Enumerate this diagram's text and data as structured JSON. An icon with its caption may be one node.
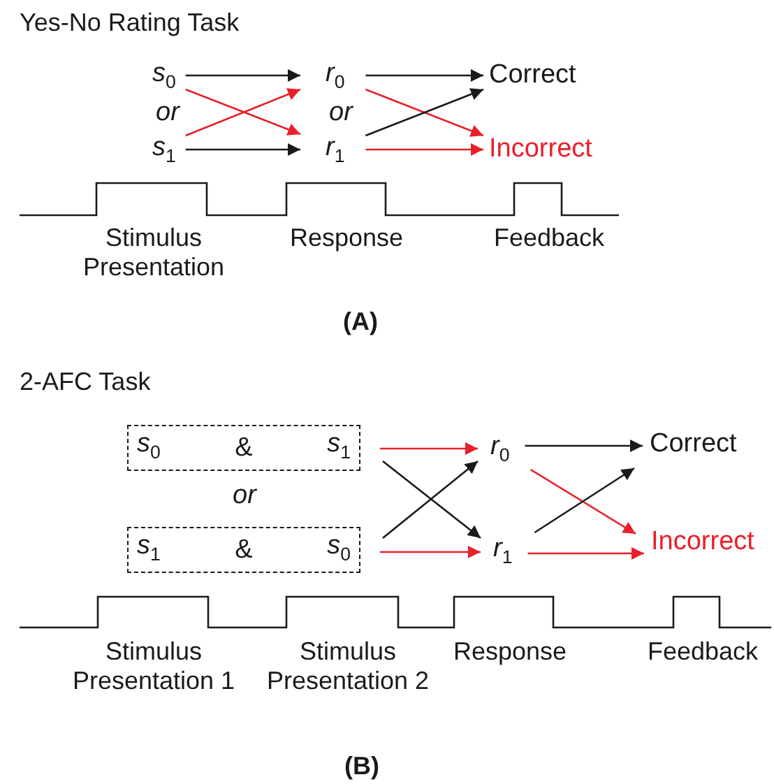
{
  "diagram": {
    "nodes": [
      {
        "text": [
          "s$_{0}$"
        ]
      },
      {
        "text": [
          "s$_{1}$"
        ]
      },
      {
        "text": [
          "r$_{0}$"
        ]
      },
      {
        "text": [
          "r$_{1}$"
        ]
      },
      {
        "text": [
          "Correct"
        ]
      },
      {
        "text": [
          "Incorrect"
        ]
      },
      {
        "text": [
          "s$_{0}$",
          "&",
          "s$_{1}$"
        ]
      },
      {
        "text": [
          "s$_{1}$",
          "&",
          "s$_{0}$"
        ]
      },
      {
        "text": [
          "r$_{0}$"
        ]
      },
      {
        "text": [
          "r$_{1}$"
        ]
      },
      {
        "text": [
          "Correct"
        ]
      },
      {
        "text": [
          "Incorrect"
        ]
      }
    ],
    "edges": [
      {
        "from": 0,
        "to": 2,
        "arrow": "to"
      },
      {
        "from": 0,
        "to": 3,
        "arrow": "to",
        "color": "#e8202a"
      },
      {
        "from": 1,
        "to": 2,
        "arrow": "to",
        "color": "#e8202a"
      },
      {
        "from": 1,
        "to": 3,
        "arrow": "to"
      },
      {
        "from": 2,
        "to": 4,
        "arrow": "to"
      },
      {
        "from": 2,
        "to": 5,
        "arrow": "to",
        "color": "#e8202a"
      },
      {
        "from": 3,
        "to": 4,
        "arrow": "to"
      },
      {
        "from": 3,
        "to": 5,
        "arrow": "to",
        "color": "#e8202a"
      },
      {
        "from": 6,
        "to": 8,
        "arrow": "to",
        "color": "#e8202a"
      },
      {
        "from": 6,
        "to": 9,
        "arrow": "to"
      },
      {
        "from": 7,
        "to": 8,
        "arrow": "to"
      },
      {
        "from": 7,
        "to": 9,
        "arrow": "to",
        "color": "#e8202a"
      },
      {
        "from": 8,
        "to": 10,
        "arrow": "to"
      },
      {
        "from": 8,
        "to": 11,
        "arrow": "to",
        "color": "#e8202a"
      },
      {
        "from": 9,
        "to": 10,
        "arrow": "to"
      },
      {
        "from": 9,
        "to": 11,
        "arrow": "to",
        "color": "#e8202a"
      }
    ],
    "labels": [
      "Yes-No Rating Task",
      "or",
      "or",
      "Stimulus Presentation",
      "Response",
      "Feedback",
      "(A)",
      "2-AFC Task",
      "or",
      "Stimulus Presentation 1",
      "Stimulus Presentation 2",
      "Response",
      "Feedback",
      "(B)"
    ]
  }
}
